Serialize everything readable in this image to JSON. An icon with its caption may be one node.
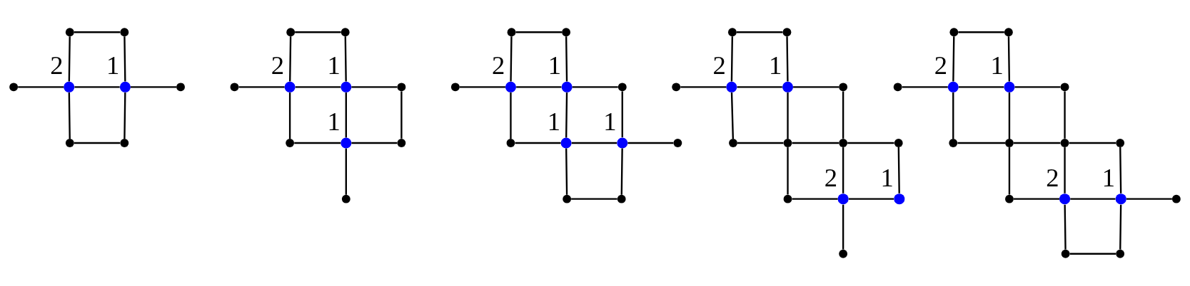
{
  "diagram": {
    "nodes": [
      {
        "text": [],
        "shape": "circle"
      },
      {
        "text": [],
        "shape": "circle"
      },
      {
        "text": [],
        "shape": "circle"
      },
      {
        "text": [],
        "shape": "circle",
        "beside": [
          "2"
        ]
      },
      {
        "text": [],
        "shape": "circle",
        "beside": [
          "1"
        ]
      },
      {
        "text": [],
        "shape": "circle"
      },
      {
        "text": [],
        "shape": "circle"
      },
      {
        "text": [],
        "shape": "circle"
      },
      {
        "text": [],
        "shape": "circle"
      },
      {
        "text": [],
        "shape": "circle"
      },
      {
        "text": [],
        "shape": "circle"
      },
      {
        "text": [],
        "shape": "circle",
        "beside": [
          "2"
        ]
      },
      {
        "text": [],
        "shape": "circle",
        "beside": [
          "1"
        ]
      },
      {
        "text": [],
        "shape": "circle"
      },
      {
        "text": [],
        "shape": "circle"
      },
      {
        "text": [],
        "shape": "circle",
        "beside": [
          "1"
        ]
      },
      {
        "text": [],
        "shape": "circle"
      },
      {
        "text": [],
        "shape": "circle"
      },
      {
        "text": [],
        "shape": "circle"
      },
      {
        "text": [],
        "shape": "circle"
      },
      {
        "text": [],
        "shape": "circle"
      },
      {
        "text": [],
        "shape": "circle",
        "beside": [
          "2"
        ]
      },
      {
        "text": [],
        "shape": "circle",
        "beside": [
          "1"
        ]
      },
      {
        "text": [],
        "shape": "circle"
      },
      {
        "text": [],
        "shape": "circle"
      },
      {
        "text": [],
        "shape": "circle",
        "beside": [
          "1"
        ]
      },
      {
        "text": [],
        "shape": "circle",
        "beside": [
          "1"
        ]
      },
      {
        "text": [],
        "shape": "circle"
      },
      {
        "text": [],
        "shape": "circle"
      },
      {
        "text": [],
        "shape": "circle"
      },
      {
        "text": [],
        "shape": "circle"
      },
      {
        "text": [],
        "shape": "circle"
      },
      {
        "text": [],
        "shape": "circle"
      },
      {
        "text": [],
        "shape": "circle",
        "beside": [
          "2"
        ]
      },
      {
        "text": [],
        "shape": "circle",
        "beside": [
          "1"
        ]
      },
      {
        "text": [],
        "shape": "circle"
      },
      {
        "text": [],
        "shape": "circle"
      },
      {
        "text": [],
        "shape": "circle"
      },
      {
        "text": [],
        "shape": "circle"
      },
      {
        "text": [],
        "shape": "circle"
      },
      {
        "text": [],
        "shape": "circle"
      },
      {
        "text": [],
        "shape": "circle",
        "beside": [
          "2"
        ]
      },
      {
        "text": [],
        "shape": "circle",
        "beside": [
          "1"
        ]
      },
      {
        "text": [],
        "shape": "circle"
      },
      {
        "text": [],
        "shape": "circle"
      },
      {
        "text": [],
        "shape": "circle"
      },
      {
        "text": [],
        "shape": "circle"
      },
      {
        "text": [],
        "shape": "circle",
        "beside": [
          "2"
        ]
      },
      {
        "text": [],
        "shape": "circle",
        "beside": [
          "1"
        ]
      },
      {
        "text": [],
        "shape": "circle"
      },
      {
        "text": [],
        "shape": "circle"
      },
      {
        "text": [],
        "shape": "circle"
      },
      {
        "text": [],
        "shape": "circle"
      },
      {
        "text": [],
        "shape": "circle"
      },
      {
        "text": [],
        "shape": "circle"
      },
      {
        "text": [],
        "shape": "circle",
        "beside": [
          "2"
        ]
      },
      {
        "text": [],
        "shape": "circle",
        "beside": [
          "1"
        ]
      },
      {
        "text": [],
        "shape": "circle"
      },
      {
        "text": [],
        "shape": "circle"
      },
      {
        "text": [],
        "shape": "circle"
      }
    ],
    "edges": [
      {
        "from": 0,
        "to": 1,
        "arrow": "none"
      },
      {
        "from": 0,
        "to": 3,
        "arrow": "none"
      },
      {
        "from": 1,
        "to": 4,
        "arrow": "none"
      },
      {
        "from": 2,
        "to": 3,
        "arrow": "none"
      },
      {
        "from": 3,
        "to": 4,
        "arrow": "none"
      },
      {
        "from": 4,
        "to": 5,
        "arrow": "none"
      },
      {
        "from": 3,
        "to": 6,
        "arrow": "none"
      },
      {
        "from": 4,
        "to": 7,
        "arrow": "none"
      },
      {
        "from": 6,
        "to": 7,
        "arrow": "none"
      },
      {
        "from": 8,
        "to": 9,
        "arrow": "none"
      },
      {
        "from": 8,
        "to": 11,
        "arrow": "none"
      },
      {
        "from": 9,
        "to": 12,
        "arrow": "none"
      },
      {
        "from": 10,
        "to": 11,
        "arrow": "none"
      },
      {
        "from": 11,
        "to": 12,
        "arrow": "none"
      },
      {
        "from": 12,
        "to": 13,
        "arrow": "none"
      },
      {
        "from": 11,
        "to": 14,
        "arrow": "none"
      },
      {
        "from": 12,
        "to": 15,
        "arrow": "none"
      },
      {
        "from": 13,
        "to": 16,
        "arrow": "none"
      },
      {
        "from": 14,
        "to": 15,
        "arrow": "none"
      },
      {
        "from": 15,
        "to": 16,
        "arrow": "none"
      },
      {
        "from": 15,
        "to": 17,
        "arrow": "none"
      },
      {
        "from": 18,
        "to": 19,
        "arrow": "none"
      },
      {
        "from": 18,
        "to": 21,
        "arrow": "none"
      },
      {
        "from": 19,
        "to": 22,
        "arrow": "none"
      },
      {
        "from": 20,
        "to": 21,
        "arrow": "none"
      },
      {
        "from": 21,
        "to": 22,
        "arrow": "none"
      },
      {
        "from": 22,
        "to": 23,
        "arrow": "none"
      },
      {
        "from": 21,
        "to": 24,
        "arrow": "none"
      },
      {
        "from": 22,
        "to": 25,
        "arrow": "none"
      },
      {
        "from": 23,
        "to": 26,
        "arrow": "none"
      },
      {
        "from": 24,
        "to": 25,
        "arrow": "none"
      },
      {
        "from": 25,
        "to": 26,
        "arrow": "none"
      },
      {
        "from": 26,
        "to": 27,
        "arrow": "none"
      },
      {
        "from": 25,
        "to": 28,
        "arrow": "none"
      },
      {
        "from": 26,
        "to": 29,
        "arrow": "none"
      },
      {
        "from": 28,
        "to": 29,
        "arrow": "none"
      },
      {
        "from": 30,
        "to": 31,
        "arrow": "none"
      },
      {
        "from": 30,
        "to": 33,
        "arrow": "none"
      },
      {
        "from": 31,
        "to": 34,
        "arrow": "none"
      },
      {
        "from": 32,
        "to": 33,
        "arrow": "none"
      },
      {
        "from": 33,
        "to": 34,
        "arrow": "none"
      },
      {
        "from": 34,
        "to": 35,
        "arrow": "none"
      },
      {
        "from": 33,
        "to": 36,
        "arrow": "none"
      },
      {
        "from": 34,
        "to": 37,
        "arrow": "none"
      },
      {
        "from": 35,
        "to": 38,
        "arrow": "none"
      },
      {
        "from": 36,
        "to": 37,
        "arrow": "none"
      },
      {
        "from": 37,
        "to": 38,
        "arrow": "none"
      },
      {
        "from": 38,
        "to": 39,
        "arrow": "none"
      },
      {
        "from": 37,
        "to": 40,
        "arrow": "none"
      },
      {
        "from": 38,
        "to": 41,
        "arrow": "none"
      },
      {
        "from": 39,
        "to": 42,
        "arrow": "none"
      },
      {
        "from": 40,
        "to": 41,
        "arrow": "none"
      },
      {
        "from": 41,
        "to": 42,
        "arrow": "none"
      },
      {
        "from": 41,
        "to": 43,
        "arrow": "none"
      },
      {
        "from": 44,
        "to": 45,
        "arrow": "none"
      },
      {
        "from": 44,
        "to": 47,
        "arrow": "none"
      },
      {
        "from": 45,
        "to": 48,
        "arrow": "none"
      },
      {
        "from": 46,
        "to": 47,
        "arrow": "none"
      },
      {
        "from": 47,
        "to": 48,
        "arrow": "none"
      },
      {
        "from": 48,
        "to": 49,
        "arrow": "none"
      },
      {
        "from": 47,
        "to": 50,
        "arrow": "none"
      },
      {
        "from": 48,
        "to": 51,
        "arrow": "none"
      },
      {
        "from": 49,
        "to": 52,
        "arrow": "none"
      },
      {
        "from": 50,
        "to": 51,
        "arrow": "none"
      },
      {
        "from": 51,
        "to": 52,
        "arrow": "none"
      },
      {
        "from": 52,
        "to": 53,
        "arrow": "none"
      },
      {
        "from": 51,
        "to": 54,
        "arrow": "none"
      },
      {
        "from": 52,
        "to": 55,
        "arrow": "none"
      },
      {
        "from": 53,
        "to": 56,
        "arrow": "none"
      },
      {
        "from": 54,
        "to": 55,
        "arrow": "none"
      },
      {
        "from": 55,
        "to": 56,
        "arrow": "none"
      },
      {
        "from": 56,
        "to": 57,
        "arrow": "none"
      },
      {
        "from": 55,
        "to": 58,
        "arrow": "none"
      },
      {
        "from": 56,
        "to": 59,
        "arrow": "none"
      },
      {
        "from": 58,
        "to": 59,
        "arrow": "none"
      }
    ]
  }
}
